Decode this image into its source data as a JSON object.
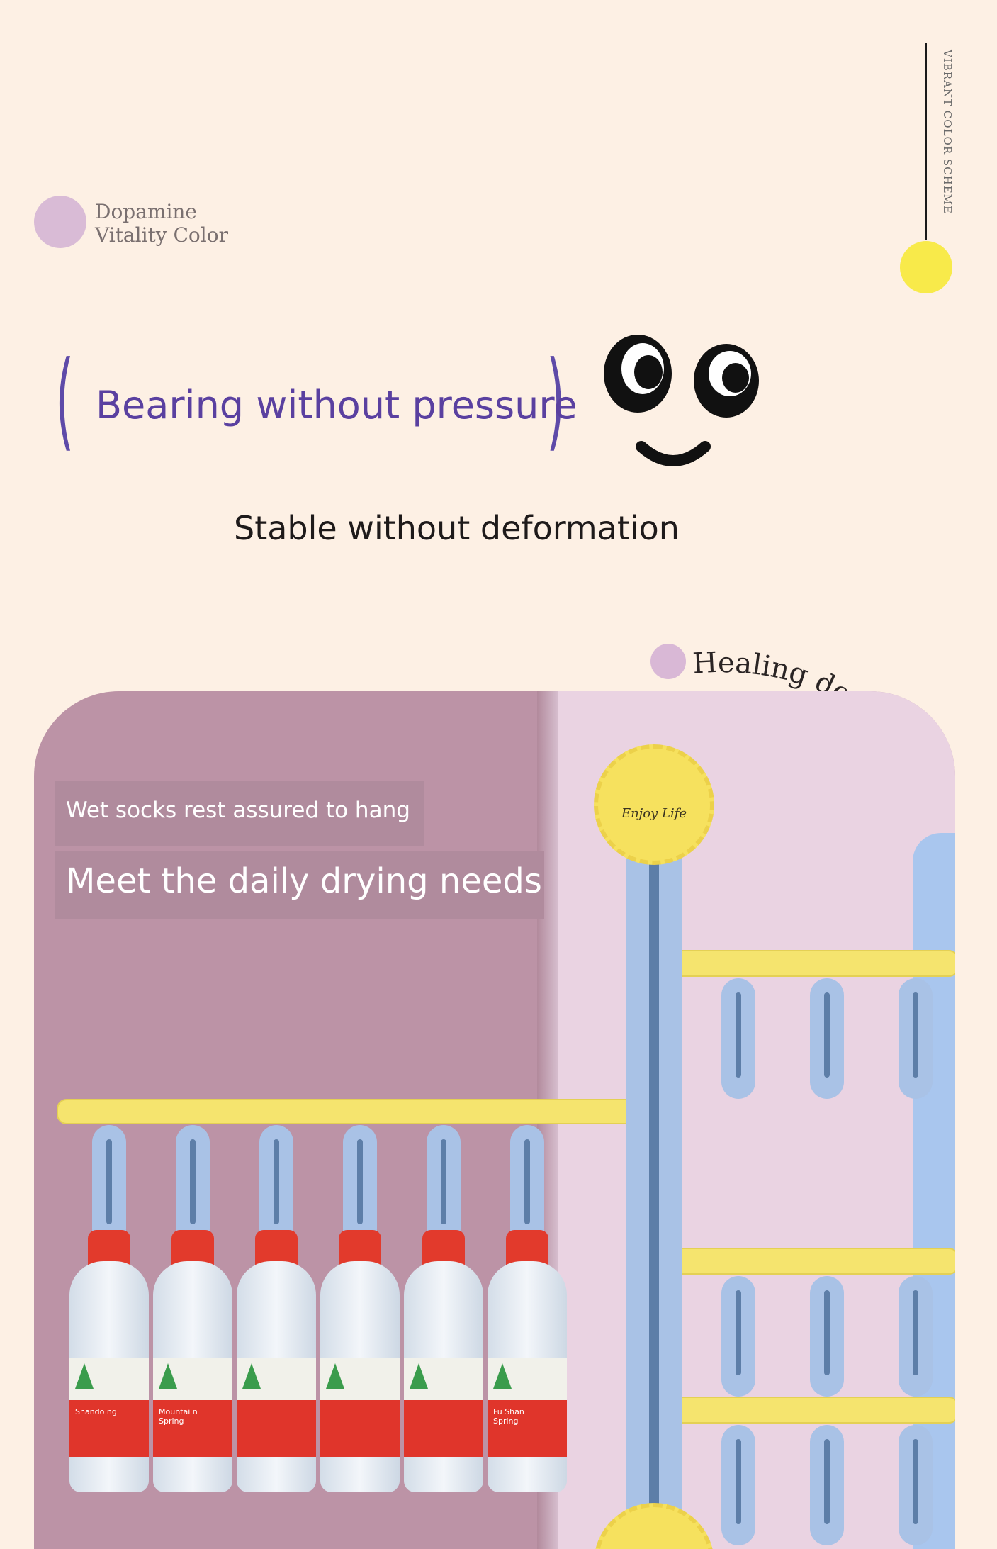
{
  "brand_tag": {
    "line1": "Dopamine",
    "line2": "Vitality Color"
  },
  "vertical_caption": "VIBRANT COLOR SCHEME",
  "headline": "Bearing without pressure",
  "subheadline": "Stable without deformation",
  "arc_label": "Healing dopamine",
  "scene": {
    "caption_small": "Wet socks rest assured to hang",
    "caption_large": "Meet the daily drying needs",
    "knob_label": "Enjoy Life",
    "bottle_labels": [
      "Shando ng",
      "Mountai n Spring",
      "",
      "",
      "",
      "Fu Shan Spring"
    ]
  },
  "colors": {
    "background": "#fdf0e4",
    "headline": "#5a40a0",
    "rail_yellow": "#f5e46e",
    "clip_blue": "#a9c2e6",
    "wall_mauve": "#bc93a6",
    "wall_pink": "#ead3e2",
    "dot_purple": "#d9bbd6",
    "dot_yellow": "#f8ea4a"
  },
  "icons": [
    "smiley-face-icon"
  ]
}
